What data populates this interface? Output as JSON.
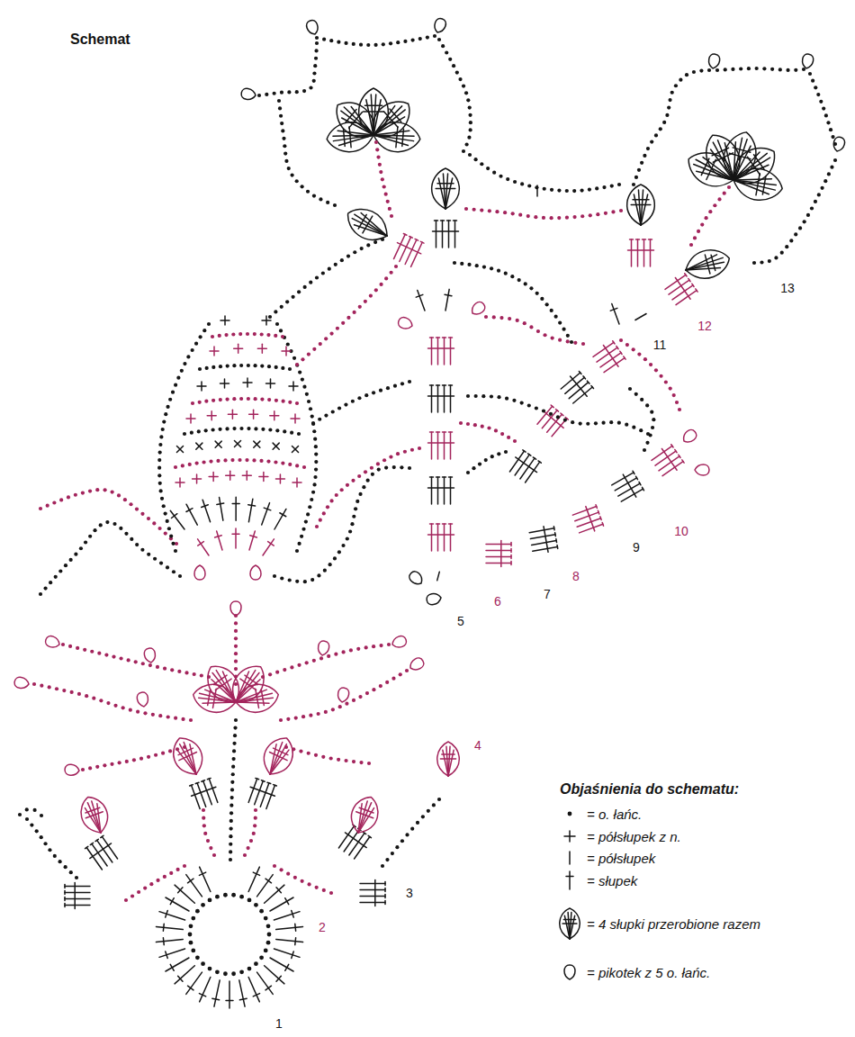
{
  "diagram": {
    "title": "Schemat",
    "labels": [
      "13",
      "11",
      "12",
      "10",
      "9",
      "8",
      "7",
      "6",
      "5",
      "4",
      "Objaśnienia do schematu:",
      "3",
      "2",
      "1"
    ],
    "legend": [
      {
        "text": "= o. łańc."
      },
      {
        "text": "= półsłupek z n."
      },
      {
        "text": "= półsłupek"
      },
      {
        "text": "= słupek"
      },
      {
        "text": "= 4 słupki przerobione razem"
      },
      {
        "text": "= pikotek z 5 o. łańc."
      }
    ]
  }
}
